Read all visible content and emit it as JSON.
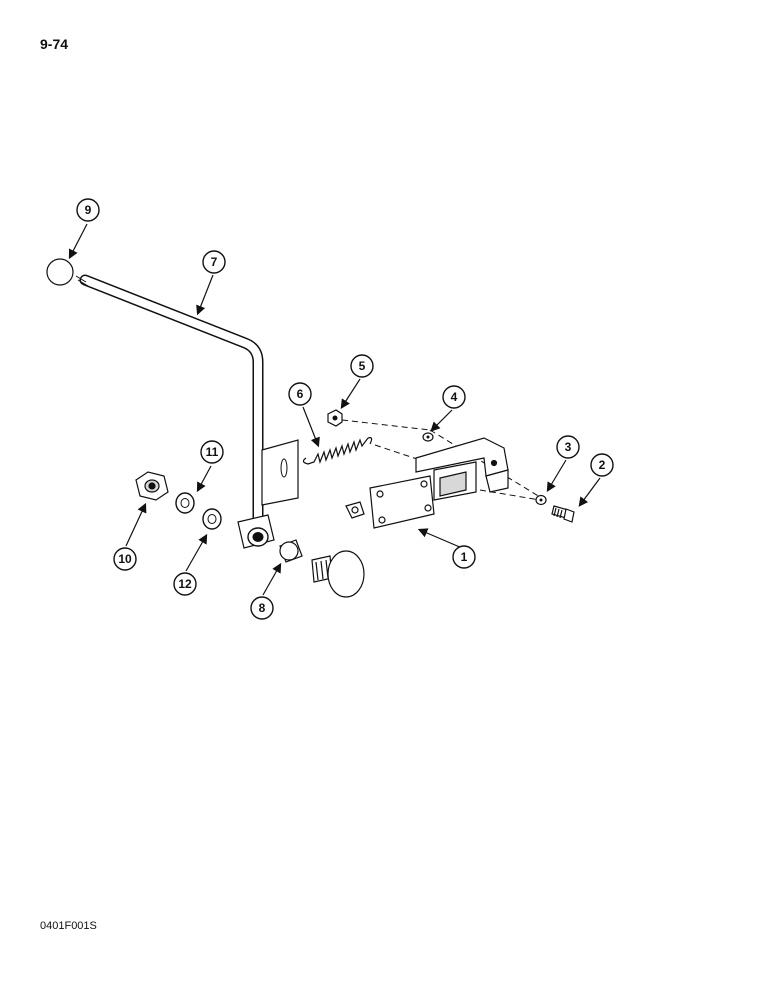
{
  "header": {
    "page_number": "9-74"
  },
  "footer": {
    "figure_code": "0401F001S"
  },
  "callouts": [
    "1",
    "2",
    "3",
    "4",
    "5",
    "6",
    "7",
    "8",
    "9",
    "10",
    "11",
    "12"
  ],
  "colors": {
    "ink": "#111111",
    "paper": "#ffffff",
    "shade": "#d8d8d8"
  }
}
